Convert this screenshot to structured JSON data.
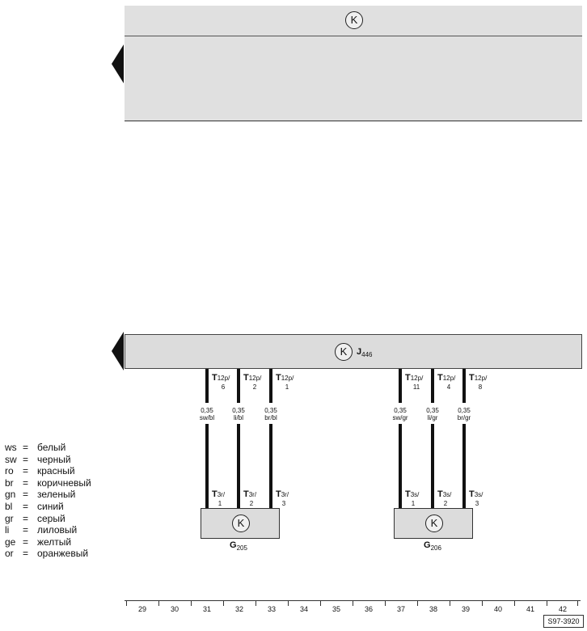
{
  "top_block": {
    "symbol": "K"
  },
  "control_unit": {
    "symbol": "K",
    "name": "J",
    "name_sub": "446"
  },
  "wires": [
    {
      "pin_prefix": "T",
      "pin_sub": "12p/",
      "pin_num": "6",
      "spec_size": "0,35",
      "spec_color": "sw/bl",
      "end_prefix": "T",
      "end_sub": "3r/",
      "end_num": "1"
    },
    {
      "pin_prefix": "T",
      "pin_sub": "12p/",
      "pin_num": "2",
      "spec_size": "0,35",
      "spec_color": "li/bl",
      "end_prefix": "T",
      "end_sub": "3r/",
      "end_num": "2"
    },
    {
      "pin_prefix": "T",
      "pin_sub": "12p/",
      "pin_num": "1",
      "spec_size": "0,35",
      "spec_color": "br/bl",
      "end_prefix": "T",
      "end_sub": "3r/",
      "end_num": "3"
    },
    {
      "pin_prefix": "T",
      "pin_sub": "12p/",
      "pin_num": "11",
      "spec_size": "0,35",
      "spec_color": "sw/gr",
      "end_prefix": "T",
      "end_sub": "3s/",
      "end_num": "1"
    },
    {
      "pin_prefix": "T",
      "pin_sub": "12p/",
      "pin_num": "4",
      "spec_size": "0,35",
      "spec_color": "li/gr",
      "end_prefix": "T",
      "end_sub": "3s/",
      "end_num": "2"
    },
    {
      "pin_prefix": "T",
      "pin_sub": "12p/",
      "pin_num": "8",
      "spec_size": "0,35",
      "spec_color": "br/gr",
      "end_prefix": "T",
      "end_sub": "3s/",
      "end_num": "3"
    }
  ],
  "sensors": [
    {
      "symbol": "K",
      "name": "G",
      "name_sub": "205"
    },
    {
      "symbol": "K",
      "name": "G",
      "name_sub": "206"
    }
  ],
  "legend": [
    {
      "code": "ws",
      "eq": "=",
      "text": "белый"
    },
    {
      "code": "sw",
      "eq": "=",
      "text": "черный"
    },
    {
      "code": "ro",
      "eq": "=",
      "text": "красный"
    },
    {
      "code": "br",
      "eq": "=",
      "text": "коричневый"
    },
    {
      "code": "gn",
      "eq": "=",
      "text": "зеленый"
    },
    {
      "code": "bl",
      "eq": "=",
      "text": "синий"
    },
    {
      "code": "gr",
      "eq": "=",
      "text": "серый"
    },
    {
      "code": "li",
      "eq": "=",
      "text": "лиловый"
    },
    {
      "code": "ge",
      "eq": "=",
      "text": "желтый"
    },
    {
      "code": "or",
      "eq": "=",
      "text": "оранжевый"
    }
  ],
  "columns": [
    "29",
    "30",
    "31",
    "32",
    "33",
    "34",
    "35",
    "36",
    "37",
    "38",
    "39",
    "40",
    "41",
    "42"
  ],
  "diagram_code": "S97-3920"
}
